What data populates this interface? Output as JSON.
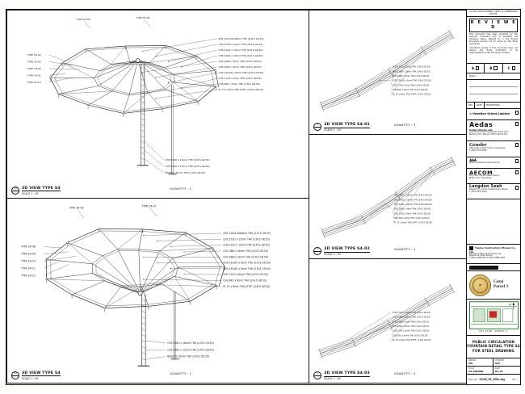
{
  "panels_left": [
    {
      "bubble_top": "S4",
      "bubble_bottom": "-",
      "title": "3D VIEW TYPE S4",
      "scale": "SCALE 1 : 50",
      "quantity": "QUANTITY : 1",
      "top_labels": [
        "TYPE S4-05",
        "TYPE S4-06"
      ],
      "left_labels": [
        "TYPE S4-04",
        "TYPE S4-03",
        "TYPE S4-02",
        "TYPE S4-01",
        "TYPE S4-12"
      ],
      "right_labels": [
        "SHS 150x150x8mm THK (S.M.S GR.50)",
        "CHS 273O x 12mm THK (S.M.S GR.50)",
        "CHS 219O x 10mm THK (S.M.S GR.50)",
        "CHS 219O x 10mm THK (S.M.S GR.50)",
        "CHS 168O x 8mm THK (S.M.S GR.50)",
        "CHS 168O x 8mm THK (S.M.S GR.50)",
        "CHS 139.8O x 8mm THK (S.M.S GR.50)",
        "CHS 114O x 6mm THK (S.M.S GR.50)",
        "CHS 89O x 6mm THK (S.M.S GR.50)",
        "PL 75 x 8mm THK STIFF. (S.M.S GR.50)"
      ],
      "bottom_labels": [
        "CHS 508O x 16mm THK (S.M.S GR.50)",
        "CHS 406O x 12mm THK (S.M.S GR.50)",
        "BASE PL 25mm THK (S.M.S GR.50)"
      ]
    },
    {
      "bubble_top": "S4",
      "bubble_bottom": "-",
      "title": "3D VIEW TYPE S4",
      "scale": "SCALE 1 : 50",
      "quantity": "QUANTITY : 1",
      "top_labels": [
        "TYPE S4-06",
        "TYPE S4-07"
      ],
      "left_labels": [
        "TYPE S4-08",
        "TYPE S4-09",
        "TYPE S4-10",
        "TYPE S4-11",
        "TYPE S4-12"
      ],
      "right_labels": [
        "SHS 150x150x8mm THK (S.M.S GR.50)",
        "CHS 273O x 12mm THK (S.M.S GR.50)",
        "CHS 219O x 10mm THK (S.M.S GR.50)",
        "CHS 168O x 8mm THK (S.M.S GR.50)",
        "CHS 168O x 8mm THK (S.M.S GR.50)",
        "CHS 139.8O x 8mm THK (S.M.S GR.50)",
        "CHS 139.8O x 8mm THK (S.M.S GR.50)",
        "CHS 114O x 6mm THK (S.M.S GR.50)",
        "CHS 89O x 6mm THK (S.M.S GR.50)",
        "PL 75 x 8mm THK STIFF. (S.M.S GR.50)"
      ],
      "bottom_labels": [
        "CHS 508O x 16mm THK (S.M.S GR.50)",
        "CHS 406O x 12mm THK (S.M.S GR.50)",
        "BASE PL 25mm THK (S.M.S GR.50)"
      ]
    }
  ],
  "panels_mid": [
    {
      "bubble_top": "1",
      "bubble_bottom": "-",
      "title": "3D VIEW TYPE S4-01",
      "scale": "SCALE 1 : 20",
      "quantity": "QUANTITY : 4",
      "labels": [
        "CHS 273O x 12mm THK (S.M.S GR.50)",
        "CHS 219O x 10mm THK (S.M.S GR.50)",
        "CHS 168O x 8mm THK (S.M.S GR.50)",
        "CHS 139.8O x 8mm THK (S.M.S GR.50)",
        "CHS 114O x 6mm THK (S.M.S GR.50)",
        "CHS 89O x 6mm THK (S.M.S GR.50)",
        "PL 75 x 8mm THK STIFF. (S.M.S GR.50)"
      ]
    },
    {
      "bubble_top": "2",
      "bubble_bottom": "-",
      "title": "3D VIEW TYPE S4-02",
      "scale": "SCALE 1 : 20",
      "quantity": "QUANTITY : 4",
      "labels": [
        "CHS 273O x 12mm THK (S.M.S GR.50)",
        "CHS 219O x 10mm THK (S.M.S GR.50)",
        "CHS 219O x 10mm THK (S.M.S GR.50)",
        "CHS 168O x 8mm THK (S.M.S GR.50)",
        "CHS 114O x 6mm THK (S.M.S GR.50)",
        "CHS 89O x 6mm THK (S.M.S GR.50)",
        "PL 75 x 8mm THK STIFF. (S.M.S GR.50)"
      ]
    },
    {
      "bubble_top": "3",
      "bubble_bottom": "-",
      "title": "3D VIEW TYPE S4-03",
      "scale": "SCALE 1 : 20",
      "quantity": "QUANTITY : 4",
      "labels": [
        "CHS 273O x 12mm THK (S.M.S GR.50)",
        "CHS 219O x 10mm THK (S.M.S GR.50)",
        "CHS 168O x 8mm THK (S.M.S GR.50)",
        "CHS 168O x 8mm THK (S.M.S GR.50)",
        "CHS 114O x 6mm THK (S.M.S GR.50)",
        "CHS 89O x 6mm THK (S.M.S GR.50)",
        "PL 75 x 8mm THK STIFF. (S.M.S GR.50)"
      ]
    }
  ],
  "titleblock": {
    "top_note": "DO NOT SCALE DRAWING. VERIFY ALL DIMENSIONS ON SITE.",
    "review": {
      "title": "R E V I E W E D",
      "para1": "This document has been reviewed by the relevant consultant only to ascertain the following status referred to in the Project Procedure Section 5.4 for action by the Trade Contractor.",
      "para2": "Consultant review of this document does not relieve the Trade Contractor of its responsibilities under the Trade Contract.",
      "options": [
        "A",
        "B",
        "C"
      ],
      "date_label": "Date :"
    },
    "rev_headers": [
      "REV",
      "DATE",
      "DESCRIPTION"
    ],
    "client": {
      "name": "Venetian Orient Limited"
    },
    "consultants": [
      {
        "logo": "Aedas",
        "firm": "Aedas (Macau) Ltd.",
        "lines": [
          "Avenida da Praia Grande 409, China Law",
          "Building 21/F, Macau  T (853) 2833 1133"
        ]
      },
      {
        "logo": "Gensler",
        "firm": "Gensler",
        "lines": [
          "288 Queen's Road Central, Hong Kong",
          "T (852) 2523 6900"
        ]
      },
      {
        "logo": "▲▲▲",
        "firm": "Macau Professional Services Ltd.",
        "lines": [
          "Rua de Xangai 175, Macau"
        ]
      },
      {
        "logo": "AECOM",
        "firm": "AECOM Asia Co. Ltd.",
        "lines": [
          "8/F Grand Central Plaza Tower 2,",
          "Shatin, N.T., Hong Kong"
        ]
      },
      {
        "logo": "Langdon Seah",
        "firm": "Langdon & Seah Macau Ltd.",
        "lines": [
          "Alameda Dr. Carlos d'Assumpcao, Macau",
          "T (853) 2833 3014"
        ]
      }
    ],
    "contractor": {
      "firm": "Yeadea Construction (Macau) Co., Ltd.",
      "lines": [
        "Estrada da Baia de N. Senhora da",
        "Esperanca, Taipa, Macau",
        "T (853) 2888 1001  F (853) 2888 1002"
      ]
    },
    "seal": {
      "text_top": "Cotai",
      "text_bottom": "Parcel 3"
    },
    "keyplan": {
      "label": "KEY PLAN - PARCEL 3",
      "north": "N"
    },
    "title_lines": [
      "PUBLIC CIRCULATION",
      "FOUNTAIN DETAIL TYPE S4",
      "FOR STEEL DRAWING"
    ],
    "fields": [
      {
        "label": "DRAWN",
        "value": "MS"
      },
      {
        "label": "CHECKED",
        "value": "KW"
      },
      {
        "label": "SCALE",
        "value": "AS SHOWN"
      },
      {
        "label": "DATE",
        "value": "05.10"
      }
    ],
    "dwg": {
      "label": "DWG. NO.",
      "value": "51520_PD_0508.dwg",
      "rev_label": "REV",
      "rev": "-"
    }
  }
}
